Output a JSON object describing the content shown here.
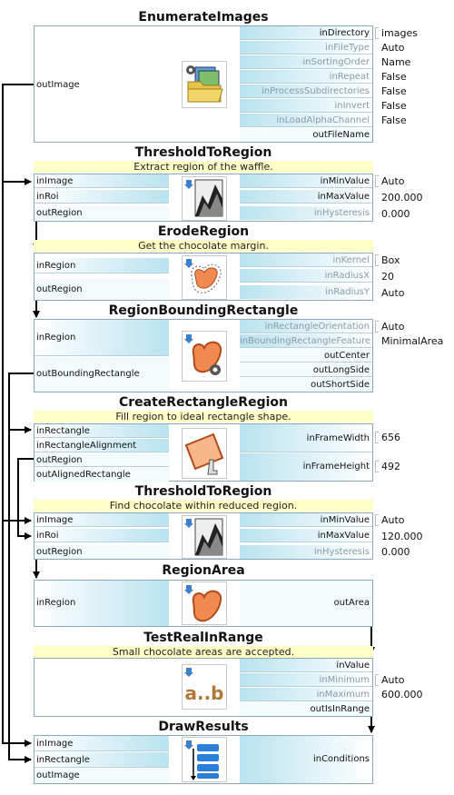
{
  "colors": {
    "port_blue": "#b9e3ef",
    "comment_bg": "#ffffc8",
    "connector": "#000000"
  },
  "filters": [
    {
      "title": "EnumerateImages",
      "comment": "",
      "inputs": [],
      "outputs_left": [
        {
          "label": "outImage"
        }
      ],
      "params": [
        {
          "label": "inDirectory",
          "value": "images"
        },
        {
          "label": "inFileType",
          "value": "Auto"
        },
        {
          "label": "inSortingOrder",
          "value": "Name"
        },
        {
          "label": "inRepeat",
          "value": "False"
        },
        {
          "label": "inProcessSubdirectories",
          "value": "False"
        },
        {
          "label": "inInvert",
          "value": "False"
        },
        {
          "label": "inLoadAlphaChannel",
          "value": "False"
        },
        {
          "label": "outFileName",
          "value": ""
        }
      ],
      "icon": "folder-images-icon"
    },
    {
      "title": "ThresholdToRegion",
      "comment": "Extract region of the waffle.",
      "inputs": [
        {
          "label": "inImage"
        },
        {
          "label": "inRoi"
        }
      ],
      "outputs_left": [
        {
          "label": "outRegion"
        }
      ],
      "params": [
        {
          "label": "inMinValue",
          "value": "Auto"
        },
        {
          "label": "inMaxValue",
          "value": "200.000"
        },
        {
          "label": "inHysteresis",
          "value": "0.000"
        }
      ],
      "icon": "threshold-icon"
    },
    {
      "title": "ErodeRegion",
      "comment": "Get the chocolate margin.",
      "inputs": [
        {
          "label": "inRegion"
        }
      ],
      "outputs_left": [
        {
          "label": "outRegion"
        }
      ],
      "params": [
        {
          "label": "inKernel",
          "value": "Box"
        },
        {
          "label": "inRadiusX",
          "value": "20"
        },
        {
          "label": "inRadiusY",
          "value": "Auto"
        }
      ],
      "icon": "erode-region-icon"
    },
    {
      "title": "RegionBoundingRectangle",
      "comment": "",
      "inputs": [
        {
          "label": "inRegion"
        }
      ],
      "outputs_left": [
        {
          "label": "outBoundingRectangle"
        }
      ],
      "params": [
        {
          "label": "inRectangleOrientation",
          "value": "Auto"
        },
        {
          "label": "inBoundingRectangleFeature",
          "value": "MinimalArea"
        },
        {
          "label": "outCenter",
          "value": ""
        },
        {
          "label": "outLongSide",
          "value": ""
        },
        {
          "label": "outShortSide",
          "value": ""
        }
      ],
      "icon": "region-gear-icon"
    },
    {
      "title": "CreateRectangleRegion",
      "comment": "Fill region to ideal rectangle shape.",
      "inputs": [
        {
          "label": "inRectangle"
        },
        {
          "label": "inRectangleAlignment"
        }
      ],
      "outputs_left": [
        {
          "label": "outRegion"
        },
        {
          "label": "outAlignedRectangle"
        }
      ],
      "params": [
        {
          "label": "inFrameWidth",
          "value": "656"
        },
        {
          "label": "inFrameHeight",
          "value": "492"
        }
      ],
      "icon": "rectangle-region-icon"
    },
    {
      "title": "ThresholdToRegion",
      "comment": "Find chocolate within reduced region.",
      "inputs": [
        {
          "label": "inImage"
        },
        {
          "label": "inRoi"
        }
      ],
      "outputs_left": [
        {
          "label": "outRegion"
        }
      ],
      "params": [
        {
          "label": "inMinValue",
          "value": "Auto"
        },
        {
          "label": "inMaxValue",
          "value": "120.000"
        },
        {
          "label": "inHysteresis",
          "value": "0.000"
        }
      ],
      "icon": "threshold-icon"
    },
    {
      "title": "RegionArea",
      "comment": "",
      "inputs": [
        {
          "label": "inRegion"
        }
      ],
      "outputs_left": [],
      "params": [
        {
          "label": "outArea",
          "value": ""
        }
      ],
      "icon": "region-area-icon"
    },
    {
      "title": "TestRealInRange",
      "comment": "Small chocolate areas are accepted.",
      "inputs": [],
      "outputs_left": [],
      "params": [
        {
          "label": "inValue",
          "value": ""
        },
        {
          "label": "inMinimum",
          "value": "Auto"
        },
        {
          "label": "inMaximum",
          "value": "600.000"
        },
        {
          "label": "outIsInRange",
          "value": ""
        }
      ],
      "icon": "range-test-icon",
      "icon_text": "a..b"
    },
    {
      "title": "DrawResults",
      "comment": "",
      "inputs": [
        {
          "label": "inImage"
        },
        {
          "label": "inRectangle"
        }
      ],
      "outputs_left": [
        {
          "label": "outImage"
        }
      ],
      "params": [
        {
          "label": "inConditions",
          "value": ""
        }
      ],
      "icon": "draw-results-icon"
    }
  ]
}
